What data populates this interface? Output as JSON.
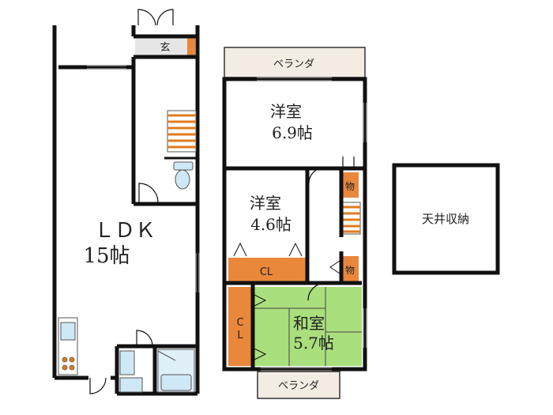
{
  "first_floor": {
    "genkan_label": "玄",
    "ldk_label": "ＬＤＫ",
    "ldk_size": "15帖"
  },
  "second_floor": {
    "balcony_top_label": "ベランダ",
    "room1_name": "洋室",
    "room1_size": "6.9帖",
    "room2_name": "洋室",
    "room2_size": "4.6帖",
    "closet_h_label": "CL",
    "closet_v_label_1": "C",
    "closet_v_label_2": "L",
    "storage_label_1": "物",
    "storage_label_2": "物",
    "washitsu_name": "和室",
    "washitsu_size": "5.7帖",
    "balcony_bottom_label": "ベランダ"
  },
  "attic": {
    "label": "天井収納"
  },
  "colors": {
    "wall": "#111111",
    "stairs": "#e07b1f",
    "closet": "#e9873b",
    "tatami": "#a9df7c",
    "balcony": "#f2ece3",
    "fixture": "#cfe8f5"
  }
}
